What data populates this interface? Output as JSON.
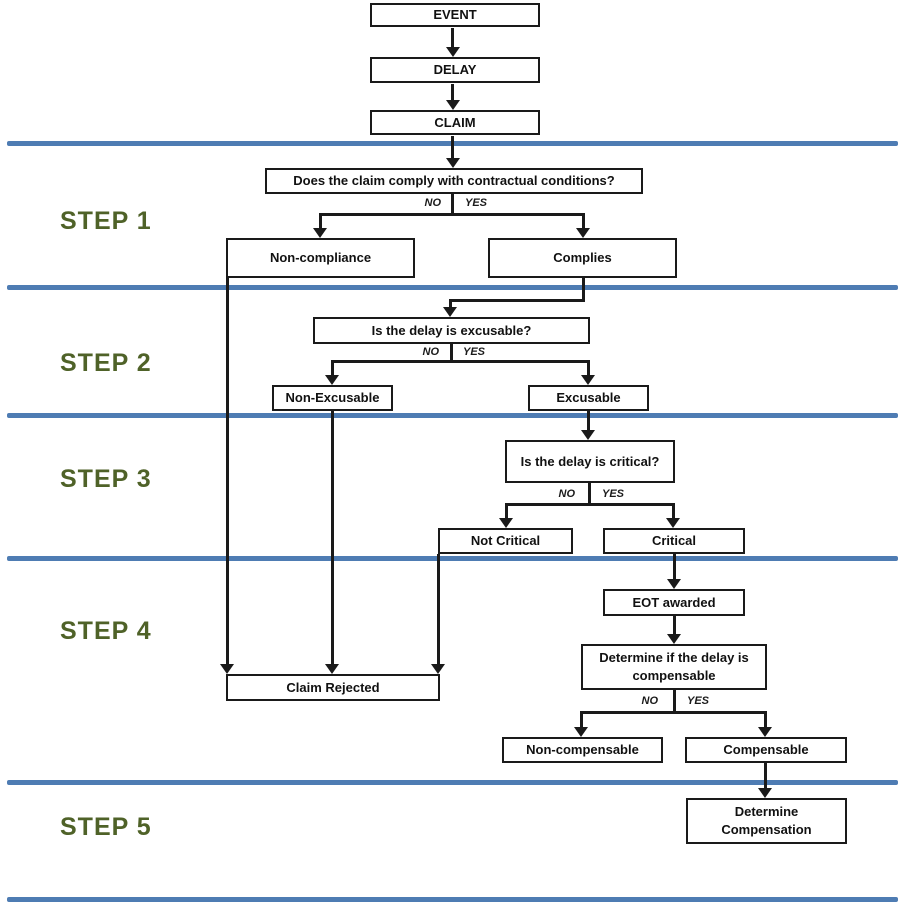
{
  "flowchart": {
    "title_hint": "Delay claim assessment flowchart",
    "colors": {
      "divider_blue": "#4e7cb3",
      "step_label_green": "#4f6228",
      "line_black": "#1a1a1a"
    },
    "steps": [
      {
        "label": "STEP 1"
      },
      {
        "label": "STEP 2"
      },
      {
        "label": "STEP 3"
      },
      {
        "label": "STEP 4"
      },
      {
        "label": "STEP 5"
      }
    ],
    "nodes": {
      "event": {
        "label": "EVENT"
      },
      "delay": {
        "label": "DELAY"
      },
      "claim": {
        "label": "CLAIM"
      },
      "q_comply": {
        "label": "Does the claim comply with contractual conditions?"
      },
      "non_compliance": {
        "label": "Non-compliance"
      },
      "complies": {
        "label": "Complies"
      },
      "q_excusable": {
        "label": "Is the delay is excusable?"
      },
      "non_excusable": {
        "label": "Non-Excusable"
      },
      "excusable": {
        "label": "Excusable"
      },
      "q_critical": {
        "label": "Is the delay is  critical?"
      },
      "not_critical": {
        "label": "Not Critical"
      },
      "critical": {
        "label": "Critical"
      },
      "eot_awarded": {
        "label": "EOT awarded"
      },
      "q_compensable": {
        "label": "Determine if the delay is compensable"
      },
      "claim_rejected": {
        "label": "Claim Rejected"
      },
      "non_compensable": {
        "label": "Non-compensable"
      },
      "compensable": {
        "label": "Compensable"
      },
      "determine_compensation": {
        "label": "Determine Compensation"
      }
    },
    "branch_labels": {
      "no": "NO",
      "yes": "YES"
    }
  }
}
